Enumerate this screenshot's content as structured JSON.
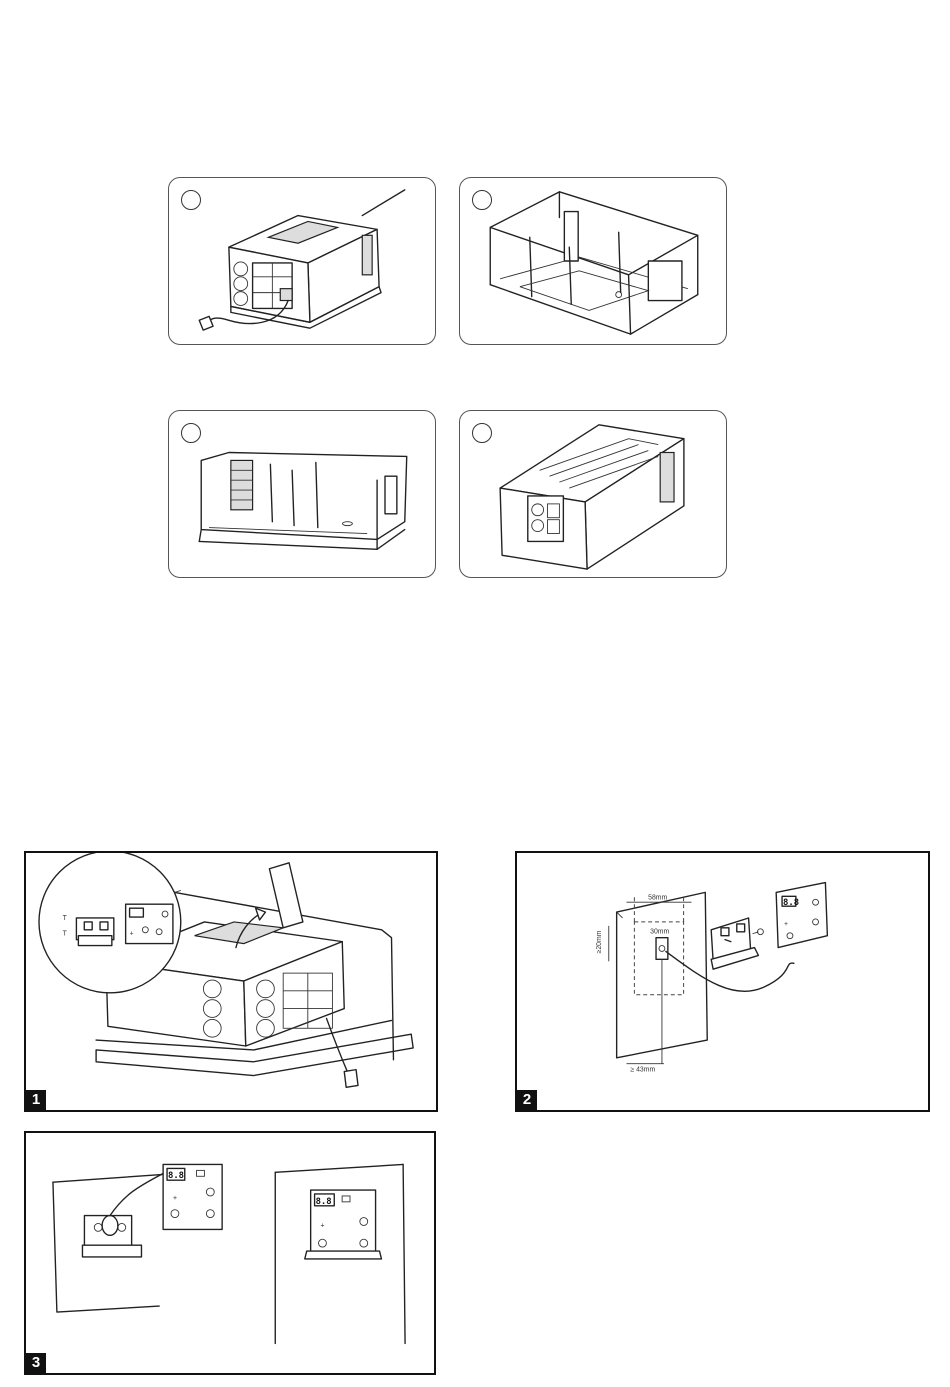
{
  "panels": {
    "step1": {
      "badge": "1"
    },
    "step2": {
      "badge": "2",
      "dims": {
        "width": "58mm",
        "height": "≥20mm",
        "inner": "30mm",
        "bottom": "≥ 43mm"
      }
    },
    "step3": {
      "badge": "3"
    }
  },
  "controller": {
    "display": "8.8"
  },
  "colors": {
    "ink": "#111111",
    "frame": "#555555",
    "background": "#ffffff"
  },
  "icons": [
    "unit-illustration",
    "room-frame-illustration",
    "control-panel-illustration"
  ]
}
